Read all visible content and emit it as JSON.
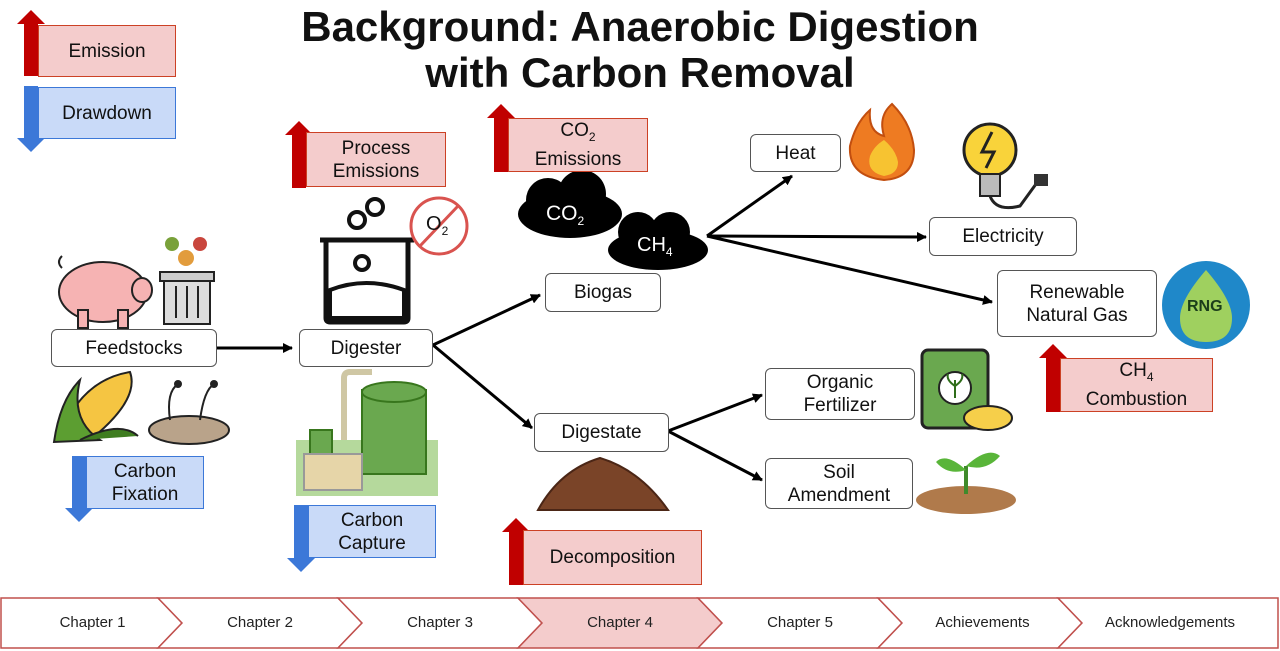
{
  "title": {
    "line1": "Background: Anaerobic Digestion",
    "line2": "with Carbon Removal"
  },
  "legend": {
    "emission": "Emission",
    "drawdown": "Drawdown"
  },
  "nodes": {
    "feedstocks": "Feedstocks",
    "digester": "Digester",
    "biogas": "Biogas",
    "digestate": "Digestate",
    "heat": "Heat",
    "electricity": "Electricity",
    "rng_line1": "Renewable",
    "rng_line2": "Natural Gas",
    "organic_fertilizer_line1": "Organic",
    "organic_fertilizer_line2": "Fertilizer",
    "soil_amendment_line1": "Soil",
    "soil_amendment_line2": "Amendment"
  },
  "tags": {
    "process_emissions_line1": "Process",
    "process_emissions_line2": "Emissions",
    "co2_emissions_base": "CO",
    "co2_emissions_sub": "2",
    "co2_emissions_line2": "Emissions",
    "ch4_combustion_base": "CH",
    "ch4_combustion_sub": "4",
    "ch4_combustion_line2": "Combustion",
    "carbon_fixation_line1": "Carbon",
    "carbon_fixation_line2": "Fixation",
    "carbon_capture_line1": "Carbon",
    "carbon_capture_line2": "Capture",
    "decomposition": "Decomposition"
  },
  "clouds": {
    "co2_base": "CO",
    "co2_sub": "2",
    "ch4_base": "CH",
    "ch4_sub": "4"
  },
  "o2": {
    "base": "O",
    "sub": "2"
  },
  "rng_badge": "RNG",
  "colors": {
    "red_arrow": "#c00000",
    "red_fill": "#f4cccc",
    "blue_arrow": "#3c78d8",
    "blue_fill": "#c9daf8",
    "active_crumb": "#f4cccc",
    "crumb_border": "#c0504d"
  },
  "nav": {
    "items": [
      {
        "label": "Chapter 1",
        "active": false
      },
      {
        "label": "Chapter 2",
        "active": false
      },
      {
        "label": "Chapter 3",
        "active": false
      },
      {
        "label": "Chapter 4",
        "active": true
      },
      {
        "label": "Chapter 5",
        "active": false
      },
      {
        "label": "Achievements",
        "active": false
      },
      {
        "label": "Acknowledgements",
        "active": false
      }
    ]
  }
}
